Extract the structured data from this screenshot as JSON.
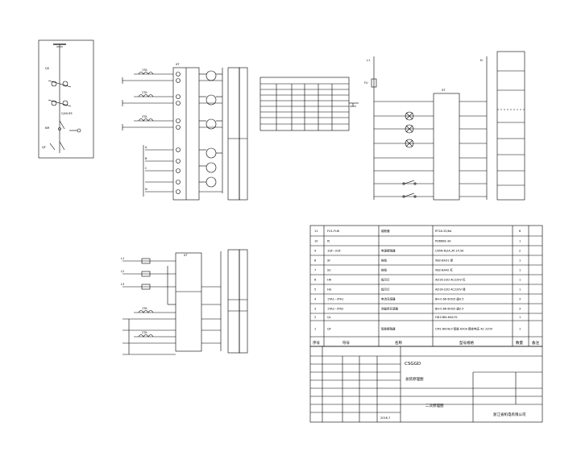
{
  "colors": {
    "background": "#ffffff",
    "line": "#000000"
  },
  "panel1": {
    "labels": [
      "QS",
      "KM",
      "QF"
    ],
    "note": "CJ40-63"
  },
  "panel2": {
    "ct_labels": [
      "1TA",
      "2TA",
      "3TA"
    ],
    "terminal_header": "XT",
    "lines": [
      "A",
      "B",
      "C",
      "N"
    ]
  },
  "table1": {
    "header": "",
    "rows": [
      [
        "",
        "",
        "",
        ""
      ],
      [
        "",
        "",
        "",
        ""
      ],
      [
        "",
        "",
        "",
        ""
      ],
      [
        "",
        "",
        "",
        ""
      ],
      [
        "",
        "",
        "",
        ""
      ],
      [
        "",
        "",
        "",
        ""
      ]
    ]
  },
  "panel4": {
    "top_labels": [
      "L1",
      "N"
    ],
    "fuse_label": "FU",
    "terminal_header": "XT"
  },
  "panel5": {
    "terminal_header": "XT",
    "inputs": [
      "L1",
      "L2",
      "L3"
    ],
    "ct_labels": [
      "1TA",
      "2TA"
    ]
  },
  "bom": {
    "rows": [
      {
        "no": "11",
        "code": "FU1-FU6",
        "name": "熔断器",
        "spec": "RT18-32/6A",
        "qty": "6"
      },
      {
        "no": "10",
        "code": "PJ",
        "name": "",
        "spec": "PD666E-3A",
        "qty": "1"
      },
      {
        "no": "9",
        "code": "1QF~2QF",
        "name": "电源断路器",
        "spec": "C65N-6/2A,3P,1P,5A",
        "qty": "2"
      },
      {
        "no": "8",
        "code": "SF",
        "name": "按钮",
        "spec": "XB2-BA31 绿",
        "qty": "1"
      },
      {
        "no": "7",
        "code": "SS",
        "name": "按钮",
        "spec": "XB2-BA42 红",
        "qty": "1"
      },
      {
        "no": "6",
        "code": "HR",
        "name": "指示灯",
        "spec": "AD16-22D AC220V 红",
        "qty": "1"
      },
      {
        "no": "5",
        "code": "HG",
        "name": "指示灯",
        "spec": "AD16-22D AC220V 绿",
        "qty": "1"
      },
      {
        "no": "4",
        "code": "1TA1~3TA1",
        "name": "电流互感器",
        "spec": "BH-0.66 600/5 级0.5",
        "qty": "3"
      },
      {
        "no": "3",
        "code": "1TA2~3TA2",
        "name": "测量用互感器",
        "spec": "BH-0.66 600/5 级0.5",
        "qty": "3"
      },
      {
        "no": "2",
        "code": "QL",
        "name": "",
        "spec": "HD13BX-600/31",
        "qty": "1"
      },
      {
        "no": "1",
        "code": "QF",
        "name": "智能断路器",
        "spec": "CM1-800H/3 智能 630A 额定电压 AC 220V",
        "qty": "1"
      }
    ],
    "header": {
      "no": "序号",
      "code": "符号",
      "name": "名称",
      "spec": "型号规格",
      "qty": "数量",
      "note": "备注"
    }
  },
  "title_block": {
    "sheet_title": "二次原理图",
    "company": "浙江省机电有限公司",
    "label_top": "CSGGD",
    "sub": "总装原理图",
    "date": "2016.7"
  }
}
